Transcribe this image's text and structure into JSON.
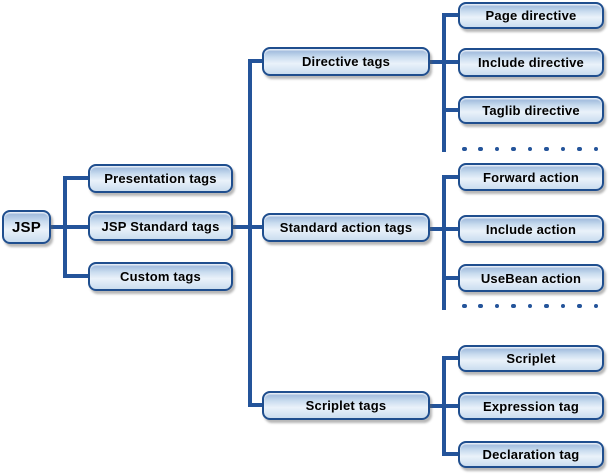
{
  "nodes": {
    "jsp": "JSP",
    "presentation_tags": "Presentation tags",
    "jsp_standard_tags": "JSP Standard tags",
    "custom_tags": "Custom tags",
    "directive_tags": "Directive tags",
    "standard_action_tags": "Standard action tags",
    "scriplet_tags": "Scriplet tags",
    "page_directive": "Page directive",
    "include_directive": "Include directive",
    "taglib_directive": "Taglib directive",
    "forward_action": "Forward action",
    "include_action": "Include action",
    "usebean_action": "UseBean action",
    "scriplet": "Scriplet",
    "expression_tag": "Expression tag",
    "declaration_tag": "Declaration tag"
  },
  "hierarchy": {
    "JSP": [
      "Presentation tags",
      "JSP Standard tags",
      "Custom tags"
    ],
    "JSP Standard tags": [
      "Directive tags",
      "Standard action tags",
      "Scriplet tags"
    ],
    "Directive tags": [
      "Page directive",
      "Include directive",
      "Taglib directive",
      "..."
    ],
    "Standard action tags": [
      "Forward action",
      "Include action",
      "UseBean action",
      "..."
    ],
    "Scriplet tags": [
      "Scriplet",
      "Expression tag",
      "Declaration tag"
    ]
  },
  "ellipsis": {
    "count": 9
  },
  "colors": {
    "connector": "#24549A",
    "node_border": "#1F4E8E",
    "node_gradient": [
      "#96B2D8",
      "#C9DCEF",
      "#EAF2FA",
      "#CADDEF"
    ],
    "text": "#000000",
    "background": "#FFFFFF"
  }
}
